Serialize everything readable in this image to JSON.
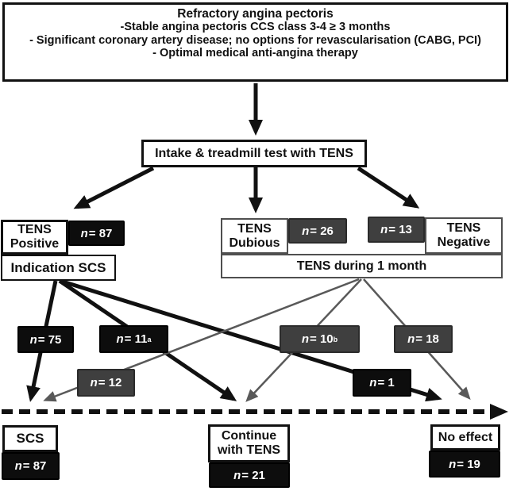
{
  "diagram_title": "Refractory angina pectoris treatment flowchart",
  "colors": {
    "black_box": "#0d0d0d",
    "gray_box": "#3f3f3f",
    "black_line": "#111111",
    "gray_line": "#595959",
    "box_bg": "#ffffff"
  },
  "nodes": {
    "top": {
      "title": "Refractory angina pectoris",
      "lines": {
        "l1": "-Stable angina pectoris CCS class 3-4 ≥ 3 months",
        "l2": "- Significant coronary artery disease; no options for revascularisation (CABG, PCI)",
        "l3": "- Optimal medical anti-angina therapy"
      }
    },
    "intake": {
      "label": "Intake & treadmill test with TENS"
    },
    "positive": {
      "line1": "TENS",
      "line2": "Positive"
    },
    "dubious": {
      "line1": "TENS",
      "line2": "Dubious"
    },
    "negative": {
      "line1": "TENS",
      "line2": "Negative"
    },
    "indication": {
      "label": "Indication SCS"
    },
    "month": {
      "label": "TENS during 1 month"
    },
    "scs": {
      "label": "SCS"
    },
    "continue": {
      "line1": "Continue",
      "line2": "with TENS"
    },
    "no_effect": {
      "label": "No effect"
    }
  },
  "counts": {
    "positive": {
      "sym": "n",
      "rest": " = 87"
    },
    "dubious": {
      "sym": "n",
      "rest": " = 26"
    },
    "negative": {
      "sym": "n",
      "rest": " = 13"
    },
    "scs": {
      "sym": "n",
      "rest": " = 87"
    },
    "continue": {
      "sym": "n",
      "rest": " = 21"
    },
    "no_effect": {
      "sym": "n",
      "rest": " = 19"
    }
  },
  "flows": {
    "n75": {
      "sym": "n",
      "rest": " = 75",
      "sup": "",
      "from": "Indication SCS",
      "to": "SCS"
    },
    "n11a": {
      "sym": "n",
      "rest": " = 11",
      "sup": "a",
      "from": "Indication SCS",
      "to": "Continue with TENS"
    },
    "n1": {
      "sym": "n",
      "rest": " = 1",
      "sup": "",
      "from": "Indication SCS",
      "to": "No effect"
    },
    "n12": {
      "sym": "n",
      "rest": " = 12",
      "sup": "",
      "from": "TENS during 1 month",
      "to": "SCS"
    },
    "n10b": {
      "sym": "n",
      "rest": " = 10",
      "sup": "b",
      "from": "TENS during 1 month",
      "to": "Continue with TENS"
    },
    "n18": {
      "sym": "n",
      "rest": " = 18",
      "sup": "",
      "from": "TENS during 1 month",
      "to": "No effect"
    }
  }
}
